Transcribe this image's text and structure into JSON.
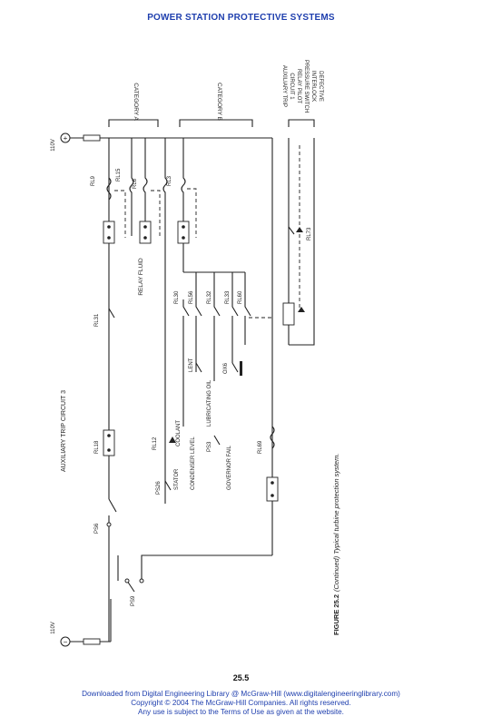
{
  "header": {
    "title": "POWER STATION PROTECTIVE SYSTEMS"
  },
  "diagram": {
    "title": "AUXILIARY TRIP CIRCUIT 3",
    "supply_pos": "110V",
    "supply_neg": "110V",
    "terminal_pos": "+",
    "terminal_neg": "−",
    "category_a": "CATEGORY A",
    "category_b": "CATEGORY B",
    "auxiliary_note": [
      "AUXILIARY TRIP",
      "CIRCUIT 1",
      "RELAY PILOT",
      "PRESSURE SWITCH",
      "INTERLOCK",
      "DEFECTIVE"
    ],
    "relays": [
      "RL9",
      "RL15",
      "RL6",
      "RL3",
      "RL31",
      "RL30",
      "RL56",
      "RL32",
      "RL33",
      "RL60",
      "RL18",
      "RL12",
      "RL69",
      "RL73"
    ],
    "switches": [
      "PS6",
      "PS9",
      "PS26",
      "PS3"
    ],
    "labels": [
      "RELAY FLUID",
      "COOLANT",
      "STATOR",
      "CONDENSER LEVEL",
      "LUBRICATING OIL",
      "GOVERNOR FAIL",
      "LENT",
      "OX6"
    ]
  },
  "caption": {
    "label": "FIGURE 25.2",
    "text": "(Continued) Typical turbine protection system."
  },
  "page_number": "25.5",
  "footer": {
    "line1": "Downloaded from Digital Engineering Library @ McGraw-Hill (www.digitalengineeringlibrary.com)",
    "line2": "Copyright © 2004 The McGraw-Hill Companies. All rights reserved.",
    "line3": "Any use is subject to the Terms of Use as given at the website."
  }
}
